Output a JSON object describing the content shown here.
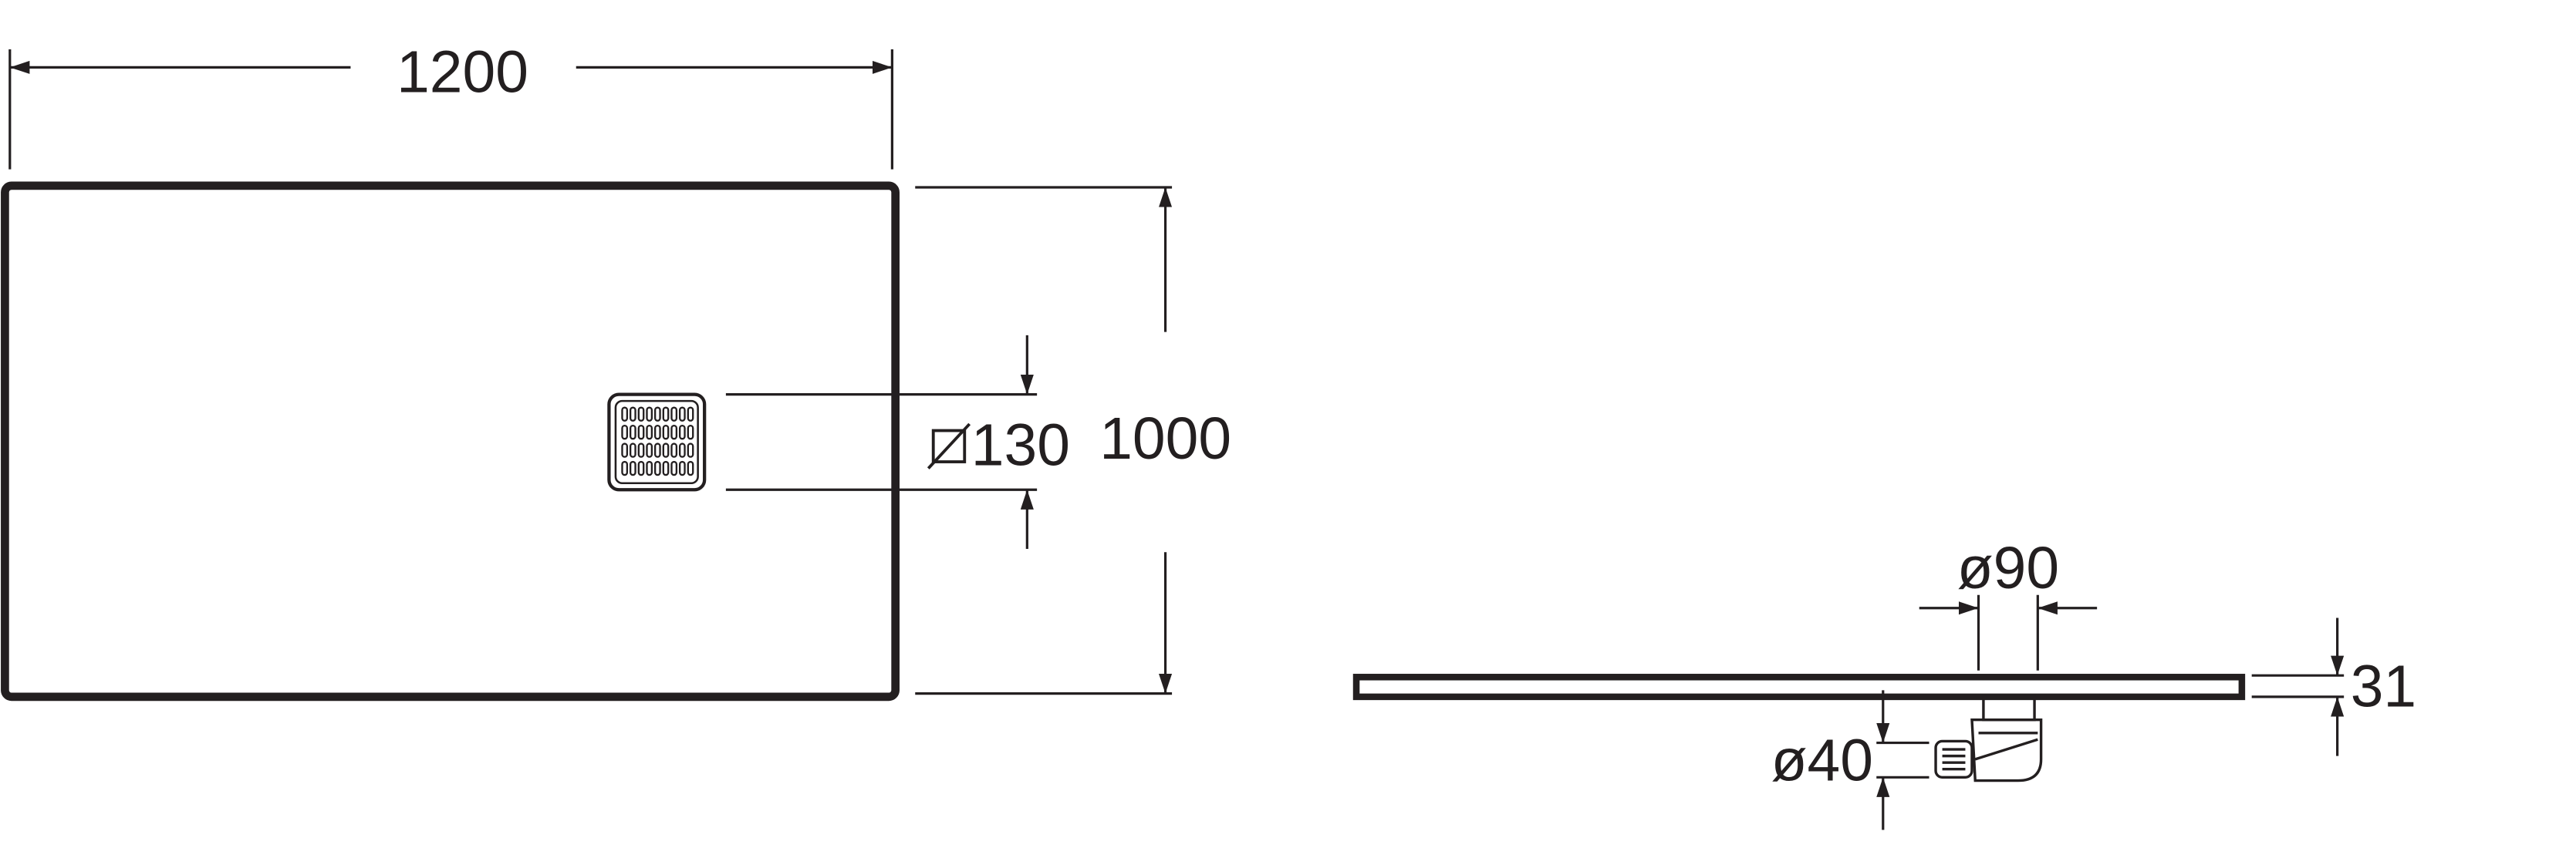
{
  "plan_view": {
    "width_label": "1200",
    "depth_label": "1000",
    "drain_label": "130",
    "drain_square_symbol": "square-diameter-icon"
  },
  "side_view": {
    "outlet_diameter_label": "ø90",
    "waste_diameter_label": "ø40",
    "height_label": "31"
  },
  "colors": {
    "line": "#231f20",
    "background": "#ffffff"
  }
}
